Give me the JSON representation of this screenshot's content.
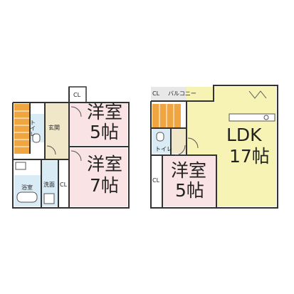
{
  "colors": {
    "bedroom": "#f9e3e4",
    "ldk": "#f6f3b4",
    "wet": "#d9ecf6",
    "hall": "#f0e6c8",
    "balcony": "#e8e8e8",
    "stair": "#f0a640",
    "wall": "#333333"
  },
  "floor1": {
    "closet_top": "CL",
    "bedroom_a_name": "洋室",
    "bedroom_a_size": "5帖",
    "bedroom_b_name": "洋室",
    "bedroom_b_size": "7帖",
    "toilet": "トイレ",
    "entrance": "玄関",
    "bath": "浴室",
    "washroom": "洗面",
    "closet_side": "CL"
  },
  "floor2": {
    "balcony": "バルコニー",
    "closet_top": "CL",
    "toilet": "トイレ",
    "ldk_name": "LDK",
    "ldk_size": "17帖",
    "bedroom_name": "洋室",
    "bedroom_size": "5帖",
    "closet_side": "CL"
  }
}
